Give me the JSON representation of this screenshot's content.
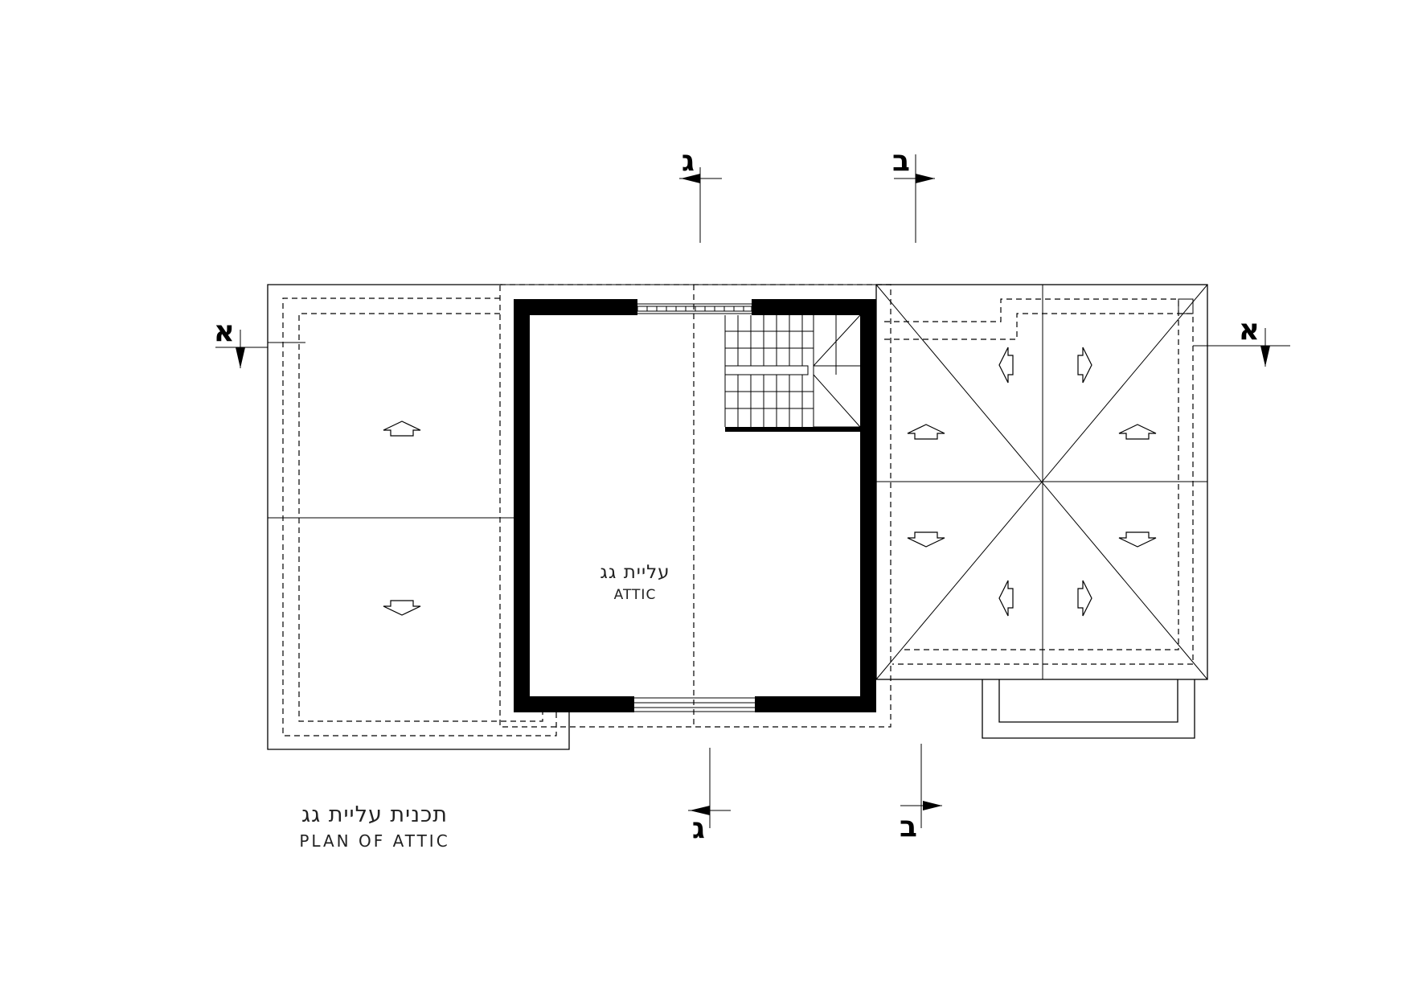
{
  "plan": {
    "title_he": "תכנית עליית גג",
    "title_en": "PLAN OF ATTIC"
  },
  "room": {
    "name_he": "עליית גג",
    "name_en": "ATTIC"
  },
  "section_markers": {
    "a_left": "א",
    "a_right": "א",
    "b_top": "ב",
    "b_bottom": "ב",
    "g_top": "ג",
    "g_bottom": "ג"
  }
}
